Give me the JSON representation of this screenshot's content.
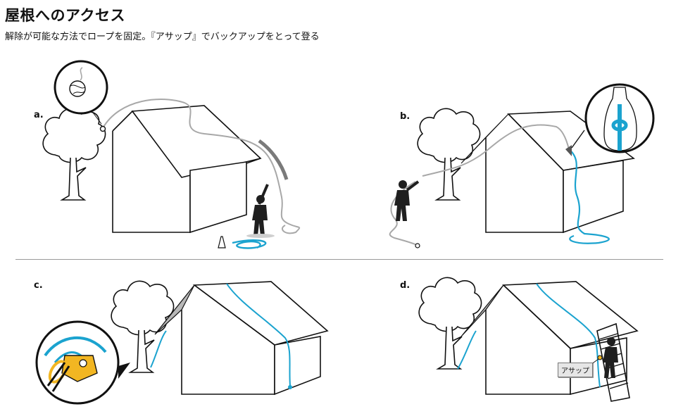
{
  "header": {
    "title": "屋根へのアクセス",
    "subtitle": "解除が可能な方法でロープを固定。『アサップ』でバックアップをとって登る"
  },
  "panels": [
    {
      "label": "a."
    },
    {
      "label": "b."
    },
    {
      "label": "c."
    },
    {
      "label": "d."
    }
  ],
  "callout": {
    "label": "アサップ"
  },
  "colors": {
    "rope_blue": "#1ba3cf",
    "rope_gray": "#a8a8a8",
    "roof_shade": "#b8b8b8",
    "device_yellow": "#f2b622",
    "figure": "#1f1f1f"
  }
}
